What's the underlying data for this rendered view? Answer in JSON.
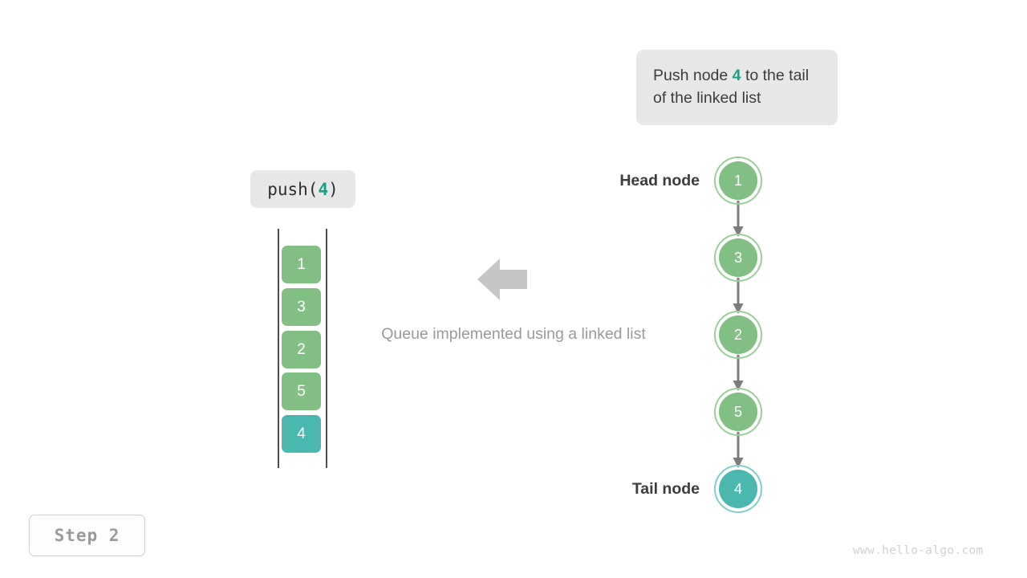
{
  "description": {
    "prefix": "Push node ",
    "highlight": "4",
    "suffix": " to the tail of the linked list"
  },
  "operation": {
    "prefix": "push(",
    "highlight": "4",
    "suffix": ")"
  },
  "queue": {
    "caption": "Queue implemented using a linked list",
    "cells": [
      {
        "value": "1",
        "color": "green"
      },
      {
        "value": "3",
        "color": "green"
      },
      {
        "value": "2",
        "color": "green"
      },
      {
        "value": "5",
        "color": "green"
      },
      {
        "value": "4",
        "color": "teal"
      }
    ]
  },
  "linked_list": {
    "head_label": "Head node",
    "tail_label": "Tail node",
    "nodes": [
      {
        "value": "1",
        "color": "green"
      },
      {
        "value": "3",
        "color": "green"
      },
      {
        "value": "2",
        "color": "green"
      },
      {
        "value": "5",
        "color": "green"
      },
      {
        "value": "4",
        "color": "teal"
      }
    ]
  },
  "step_badge": "Step 2",
  "watermark": "www.hello-algo.com",
  "colors": {
    "green": "#82bf82",
    "green_ring": "#9ccf9c",
    "teal": "#4bb8b0",
    "teal_ring": "#7fd0cb",
    "accent_text": "#16a085",
    "callout_bg": "#e8e8e8",
    "arrow_gray": "#c6c6c6",
    "edge_gray": "#7c7c7c",
    "muted_text": "#9a9a9a"
  }
}
